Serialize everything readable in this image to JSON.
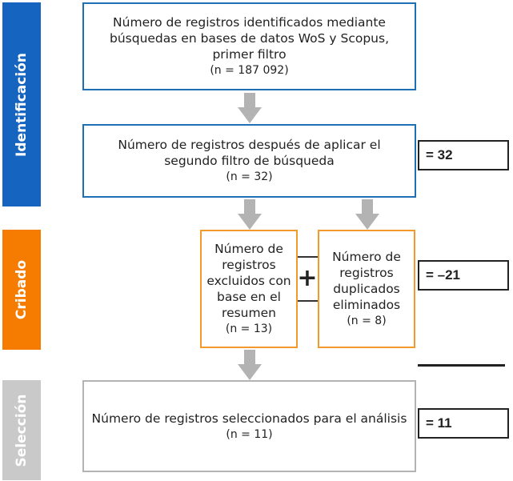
{
  "phases": {
    "identification": {
      "label": "Identificación",
      "color": "#1565c0"
    },
    "screening": {
      "label": "Cribado",
      "color": "#f57c00"
    },
    "selection": {
      "label": "Selección",
      "color": "#c9c9c9"
    }
  },
  "boxes": {
    "first": {
      "text": "Número de registros identificados mediante búsquedas en bases de datos WoS y Scopus, primer filtro",
      "count": "(n = 187 092)"
    },
    "second": {
      "text": "Número de registros después de aplicar el segundo filtro de búsqueda",
      "count": "(n = 32)"
    },
    "excluded": {
      "text": "Número de registros excluidos con base en el resumen",
      "count": "(n = 13)"
    },
    "duplicates": {
      "text": "Número de registros duplicados eliminados",
      "count": "(n = 8)"
    },
    "selected": {
      "text": "Número de registros seleccionados para el análisis",
      "count": "(n = 11)"
    }
  },
  "operator": "+",
  "results": {
    "identification": "= 32",
    "screening": "= –21",
    "selection": "= 11"
  },
  "colors": {
    "arrow": "#b3b3b3",
    "blue_border": "#1f6fb7",
    "orange_border": "#f39a2d",
    "gray_border": "#b3b3b3"
  }
}
